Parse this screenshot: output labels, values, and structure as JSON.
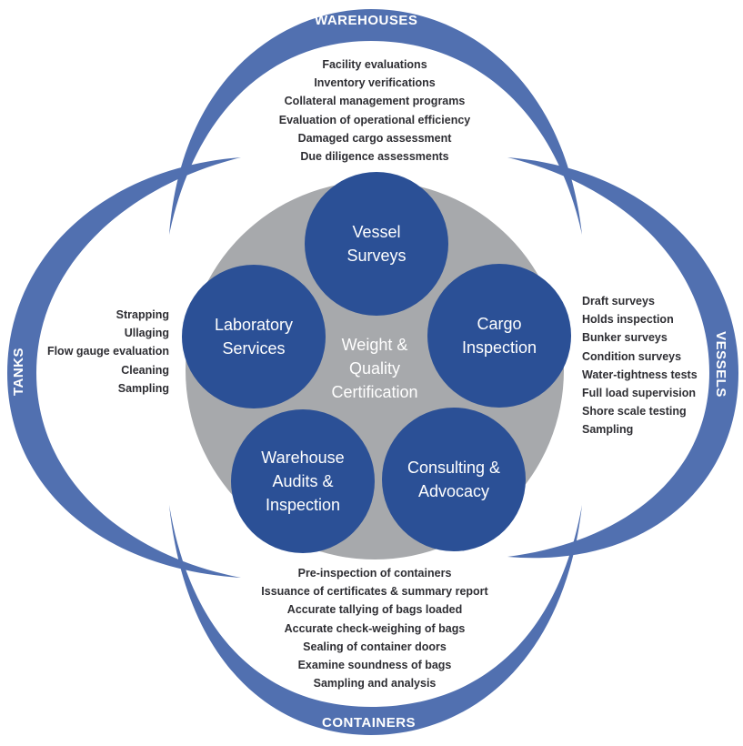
{
  "center": {
    "title": "Weight &\nQuality\nCertification"
  },
  "colors": {
    "ring": "#5170b0",
    "bubble": "#2b5096",
    "core": "#a7a9ac",
    "text": "#2e2e33"
  },
  "services": [
    {
      "label": "Vessel\nSurveys"
    },
    {
      "label": "Cargo\nInspection"
    },
    {
      "label": "Consulting &\nAdvocacy"
    },
    {
      "label": "Warehouse\nAudits &\nInspection"
    },
    {
      "label": "Laboratory\nServices"
    }
  ],
  "rings": {
    "warehouses": {
      "label": "WAREHOUSES",
      "items": [
        "Facility evaluations",
        "Inventory verifications",
        "Collateral management programs",
        "Evaluation of operational efficiency",
        "Damaged cargo assessment",
        "Due diligence assessments"
      ]
    },
    "vessels": {
      "label": "VESSELS",
      "items": [
        "Draft surveys",
        "Holds inspection",
        "Bunker surveys",
        "Condition surveys",
        "Water-tightness tests",
        "Full load supervision",
        "Shore scale testing",
        "Sampling"
      ]
    },
    "containers": {
      "label": "CONTAINERS",
      "items": [
        "Pre-inspection of containers",
        "Issuance of certificates & summary report",
        "Accurate tallying of bags loaded",
        "Accurate check-weighing of bags",
        "Sealing of container doors",
        "Examine soundness of bags",
        "Sampling and analysis"
      ]
    },
    "tanks": {
      "label": "TANKS",
      "items": [
        "Strapping",
        "Ullaging",
        "Flow gauge evaluation",
        "Cleaning",
        "Sampling"
      ]
    }
  }
}
